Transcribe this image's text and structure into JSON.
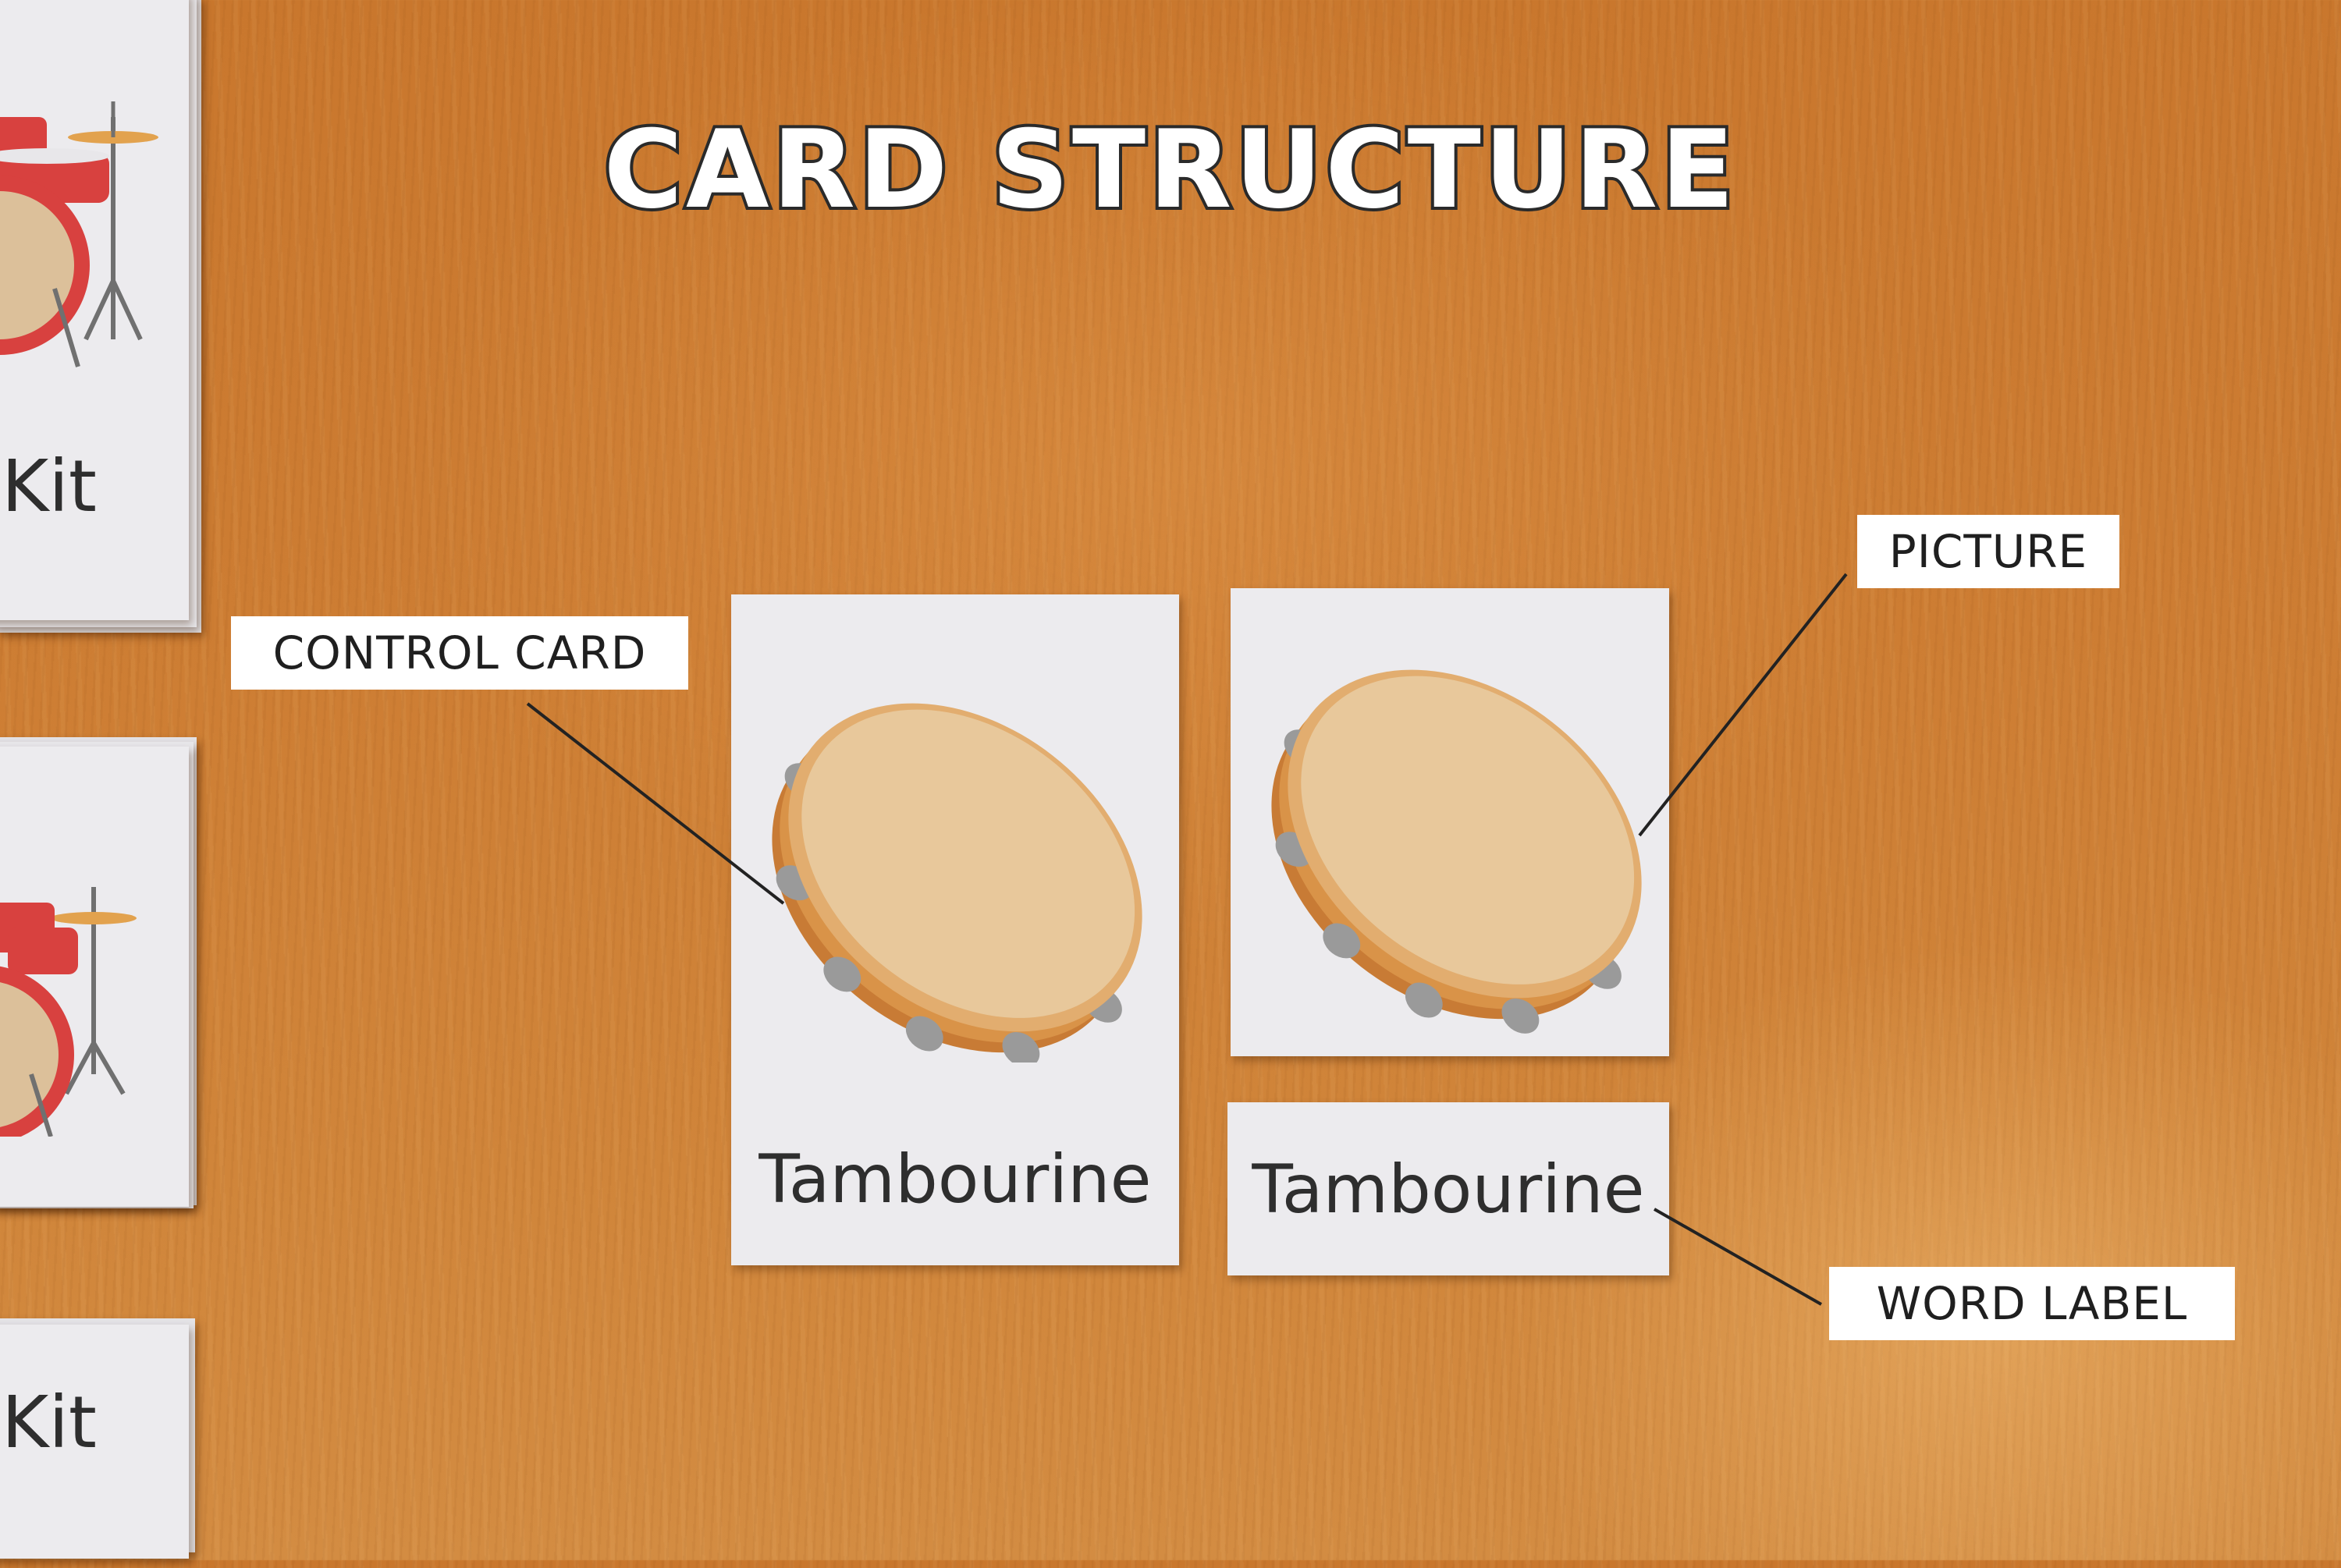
{
  "title": "CARD STRUCTURE",
  "callouts": {
    "control_card": "CONTROL CARD",
    "picture": "PICTURE",
    "word_label": "WORD LABEL"
  },
  "cards": {
    "control_card_word": "Tambourine",
    "word_label_word": "Tambourine"
  },
  "side_stacks": {
    "top_word": "Kit",
    "bottom_word": "Kit"
  },
  "colors": {
    "table": "#cd7d33",
    "card": "#ecebee",
    "tambourine_head": "#e8c89b",
    "tambourine_rim": "#d99348",
    "drum_red": "#d8413f"
  },
  "icons": {
    "tambourine": "tambourine-icon",
    "drum_kit": "drum-kit-icon"
  }
}
